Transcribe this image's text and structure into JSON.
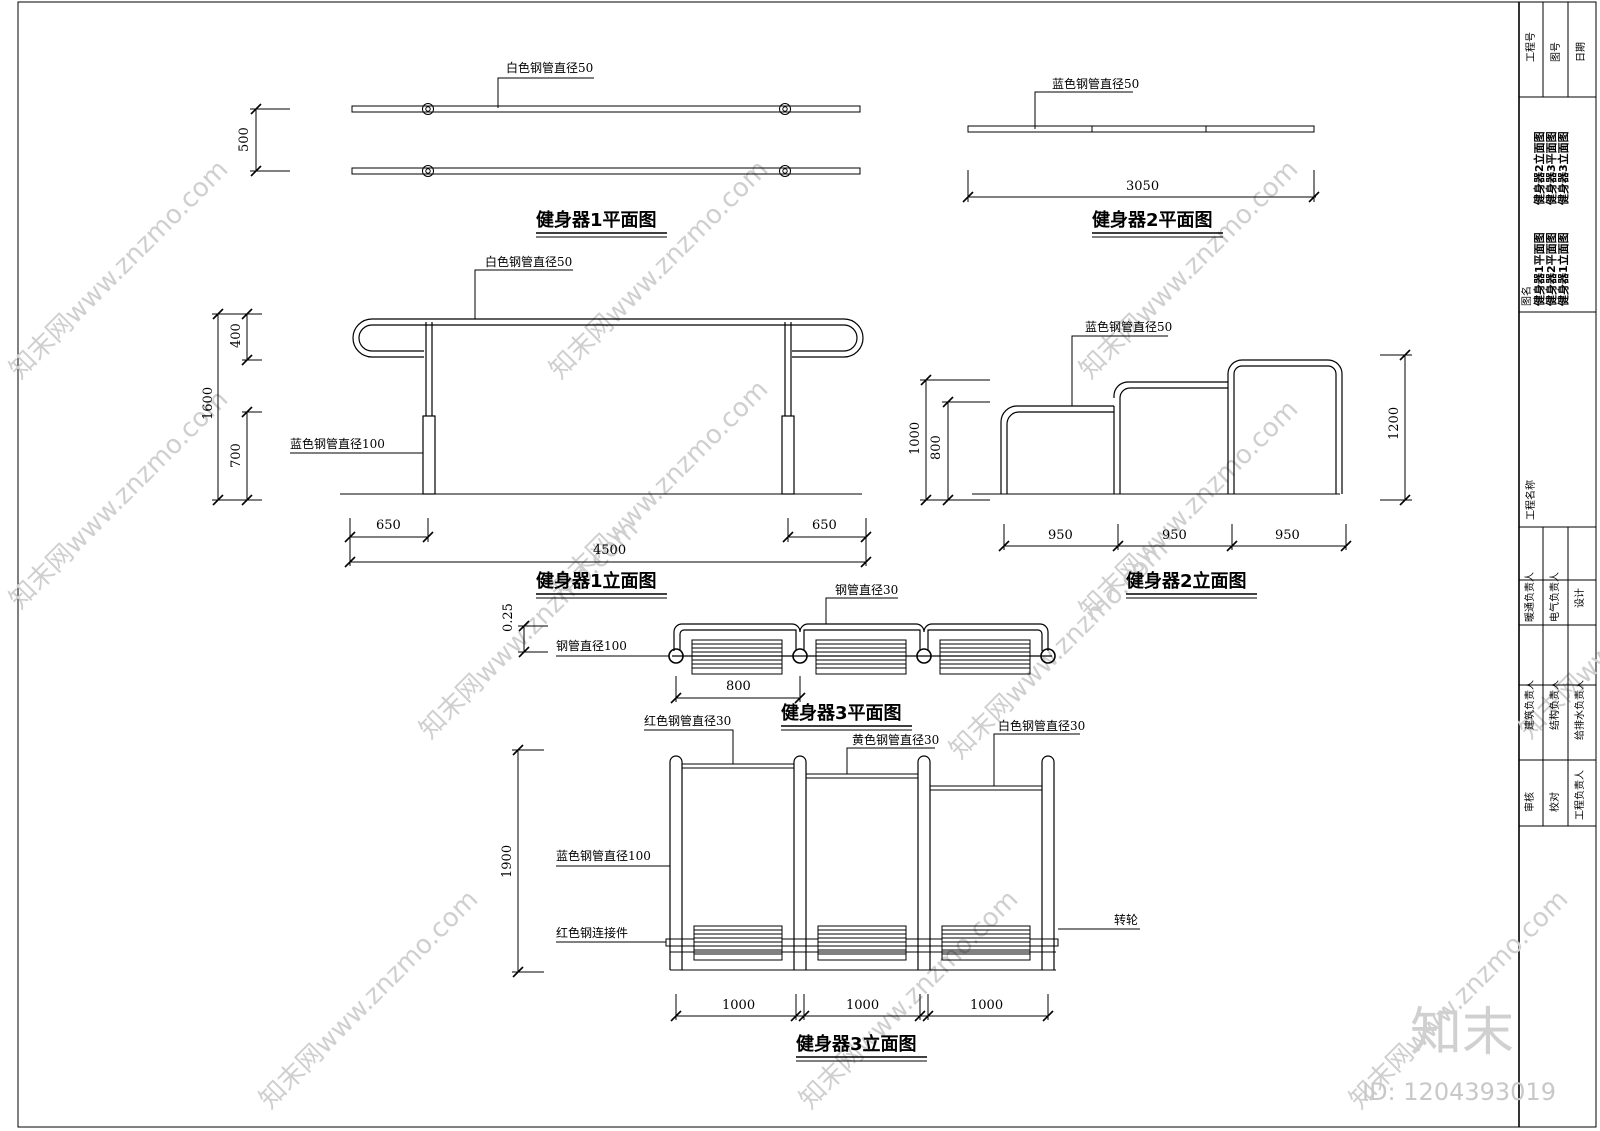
{
  "watermark": {
    "site": "知末网www.znzmo.com",
    "brand": "知末",
    "id": "ID: 1204393019"
  },
  "views": {
    "p1_plan": {
      "title": "健身器1平面图",
      "pipe_label": "白色钢管直径50",
      "dim_width": "500"
    },
    "p2_plan": {
      "title": "健身器2平面图",
      "pipe_label": "蓝色钢管直径50",
      "dim_length": "3050"
    },
    "p1_elev": {
      "title": "健身器1立面图",
      "top_label": "白色钢管直径50",
      "post_label": "蓝色钢管直径100",
      "dim_total_h": "1600",
      "dim_upper": "400",
      "dim_lower": "700",
      "dim_left": "650",
      "dim_right": "650",
      "dim_total_w": "4500"
    },
    "p2_elev": {
      "title": "健身器2立面图",
      "pipe_label": "蓝色钢管直径50",
      "dim_h1": "1000",
      "dim_h2": "800",
      "dim_h3": "1200",
      "dim_w1": "950",
      "dim_w2": "950",
      "dim_w3": "950"
    },
    "p3_plan": {
      "title": "健身器3平面图",
      "top_label": "钢管直径30",
      "side_label": "钢管直径100",
      "dim_small": "0.25",
      "dim_width": "800"
    },
    "p3_elev": {
      "title": "健身器3立面图",
      "red_label": "红色钢管直径30",
      "yellow_label": "黄色钢管直径30",
      "white_label": "白色钢管直径30",
      "post_label": "蓝色钢管直径100",
      "connector_label": "红色钢连接件",
      "wheel_label": "转轮",
      "dim_h": "1900",
      "dim_w1": "1000",
      "dim_w2": "1000",
      "dim_w3": "1000"
    }
  },
  "title_block": {
    "project_no": "工程号",
    "drawing_no": "图号",
    "date": "日期",
    "drawing_name_label": "图名",
    "names_col1": [
      "健身器1平面图",
      "健身器2平面图",
      "健身器1立面图"
    ],
    "names_col2": [
      "健身器2立面图",
      "健身器3平面图",
      "健身器3立面图"
    ],
    "project_name": "工程名称",
    "roles": [
      [
        "暖通负责人",
        "电气负责人",
        "设计"
      ],
      [
        "建筑负责人",
        "结构负责人",
        "给排水负责人"
      ],
      [
        "审核",
        "校对",
        "工程负责人"
      ]
    ]
  }
}
